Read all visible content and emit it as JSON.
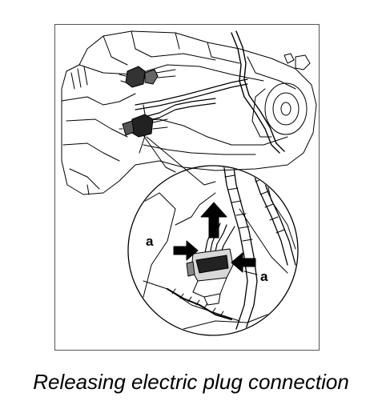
{
  "figure": {
    "callouts": [
      "a",
      "a"
    ],
    "caption": "Releasing electric plug connection"
  },
  "icons": {
    "arrows": [
      "pull-up-arrow-icon",
      "press-clip-arrow-icon",
      "press-clip-arrow-icon"
    ],
    "connector": "electric-plug-icon"
  }
}
